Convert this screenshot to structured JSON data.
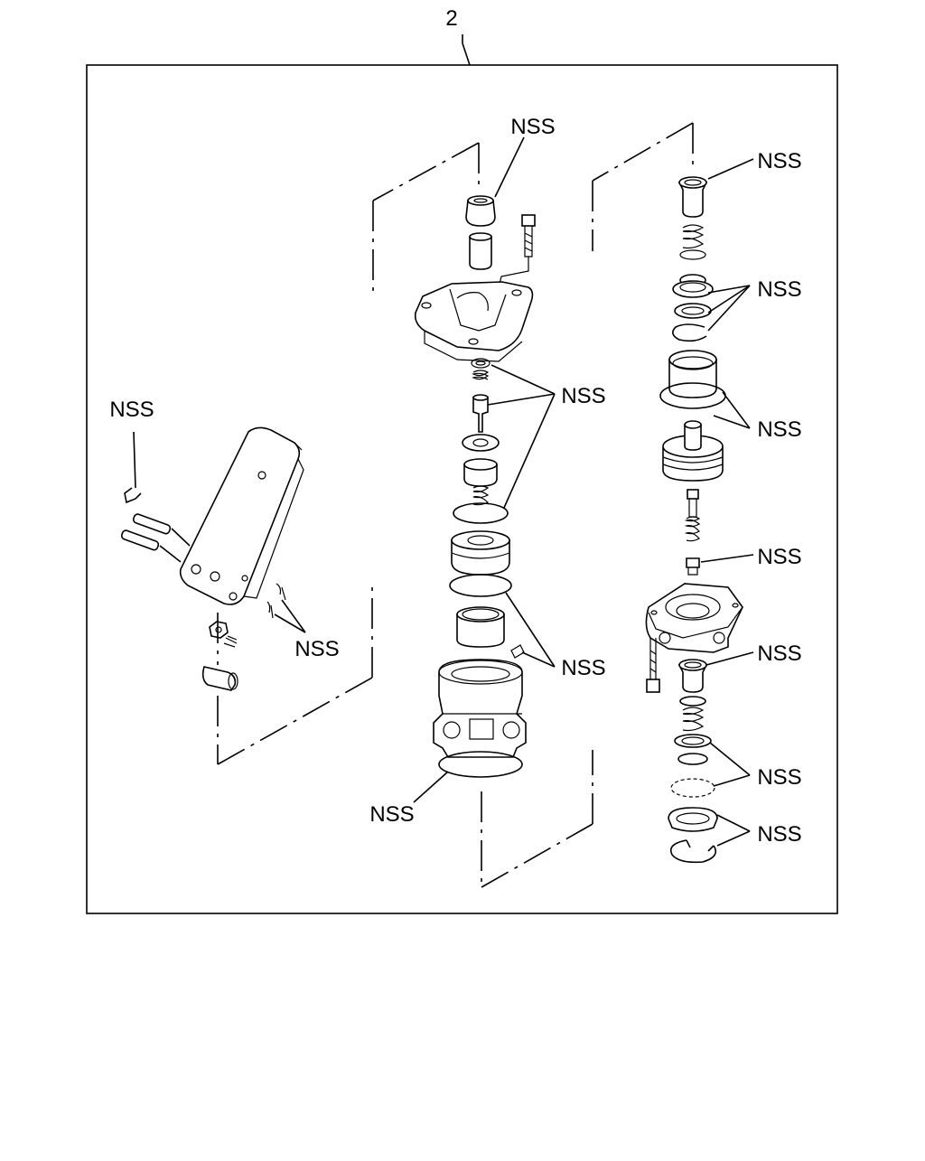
{
  "diagram": {
    "item_number": "2",
    "callouts": [
      {
        "id": "upper-rubber-cap",
        "label": "NSS"
      },
      {
        "id": "top-right-valve",
        "label": "NSS"
      },
      {
        "id": "pedal-stopper",
        "label": "NSS"
      },
      {
        "id": "upper-seals",
        "label": "NSS"
      },
      {
        "id": "right-upper-rings",
        "label": "NSS"
      },
      {
        "id": "right-piston-orings",
        "label": "NSS"
      },
      {
        "id": "right-screw",
        "label": "NSS"
      },
      {
        "id": "pedal-pins",
        "label": "NSS"
      },
      {
        "id": "middle-seals",
        "label": "NSS"
      },
      {
        "id": "right-lower-valve",
        "label": "NSS"
      },
      {
        "id": "right-lower-rings",
        "label": "NSS"
      },
      {
        "id": "bottom-oring",
        "label": "NSS"
      },
      {
        "id": "right-bottom-rings",
        "label": "NSS"
      }
    ]
  }
}
